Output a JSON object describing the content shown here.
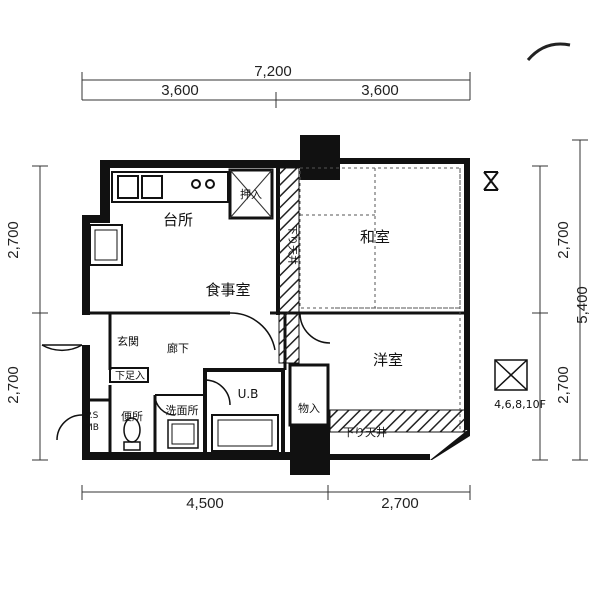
{
  "dimensions": {
    "top_total": "7,200",
    "top_left": "3,600",
    "top_right": "3,600",
    "bottom_left": "4,500",
    "bottom_right": "2,700",
    "left_upper": "2,700",
    "left_lower": "2,700",
    "right_upper": "2,700",
    "right_lower": "2,700",
    "right_total": "5,400"
  },
  "rooms": {
    "kitchen": "台所",
    "dining": "食事室",
    "closet_upper": "押入",
    "dropped_ceiling_vertical": "下り天井",
    "japanese_room": "和室",
    "entrance": "玄関",
    "hallway": "廊下",
    "shoe_box": "下足入",
    "western_room": "洋室",
    "unit_bath": "U.B",
    "storage": "物入",
    "washroom": "洗面所",
    "toilet": "便所",
    "ps": "P.S",
    "mb": "MB",
    "dropped_ceiling_bottom": "下り天井",
    "floor_note": "4,6,8,10F"
  }
}
